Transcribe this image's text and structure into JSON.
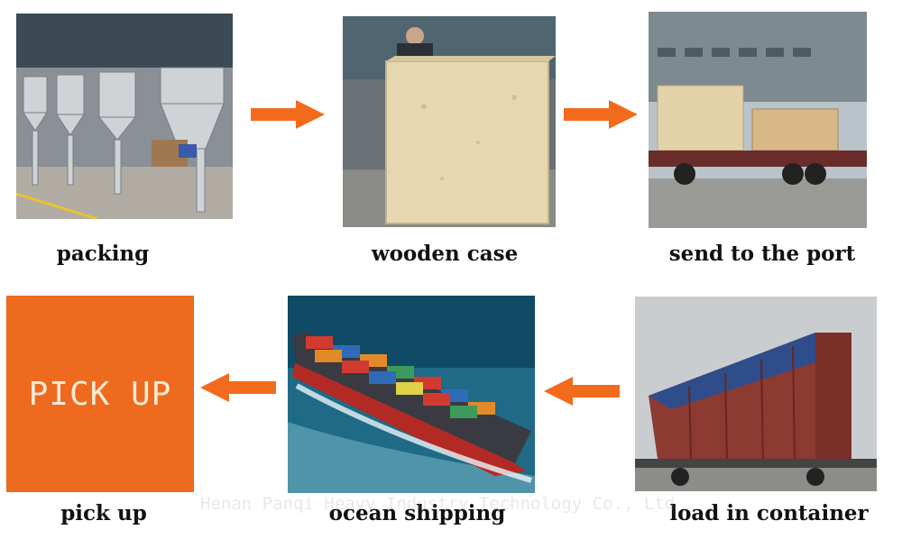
{
  "steps": {
    "packing": {
      "caption": "packing",
      "icon": "filling-machines-photo"
    },
    "wooden_case": {
      "caption": "wooden case",
      "icon": "wooden-crate-photo"
    },
    "send_to_port": {
      "caption": "send to the port",
      "icon": "truck-loaded-crates-photo"
    },
    "load_in_container": {
      "caption": "load in container",
      "icon": "red-container-truck-photo"
    },
    "ocean_shipping": {
      "caption": "ocean shipping",
      "icon": "container-ship-photo"
    },
    "pick_up": {
      "caption": "pick up",
      "box_text": "PICK UP",
      "box_color": "#ee6a1e"
    }
  },
  "watermark": "Henan Panqi Heavy Industry Technology Co., Ltd",
  "arrow_color": "#f26b1d"
}
